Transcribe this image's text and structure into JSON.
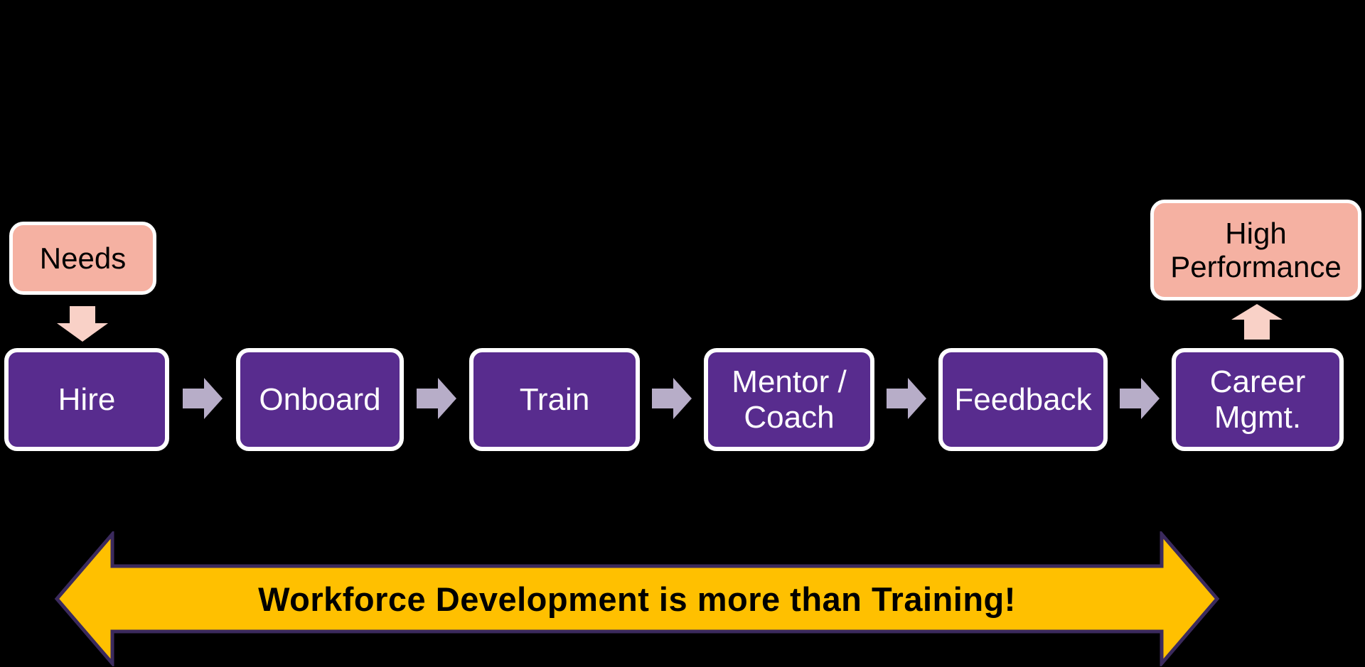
{
  "diagram": {
    "needs": {
      "label": "Needs"
    },
    "stages": [
      {
        "label": "Hire"
      },
      {
        "label": "Onboard"
      },
      {
        "label": "Train"
      },
      {
        "label": "Mentor /\nCoach"
      },
      {
        "label": "Feedback"
      },
      {
        "label": "Career\nMgmt."
      }
    ],
    "outcome": {
      "label": "High\nPerformance"
    },
    "banner": {
      "label": "Workforce Development is more than Training!"
    }
  },
  "colors": {
    "background": "#000000",
    "stage_fill": "#582C8E",
    "stage_border": "#FFFFFF",
    "stage_text": "#FFFFFF",
    "connector_fill": "#B7ADC8",
    "endpoint_fill": "#F5B1A2",
    "endpoint_border": "#FFFFFF",
    "endpoint_text": "#000000",
    "endpoint_arrow_fill": "#F9D1C7",
    "banner_fill": "#FFC000",
    "banner_outline": "#3B2A5D",
    "banner_text": "#000000"
  }
}
